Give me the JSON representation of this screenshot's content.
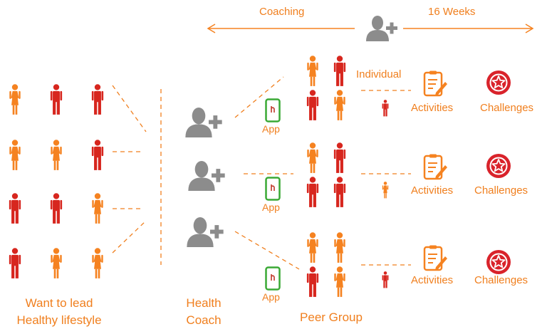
{
  "header": {
    "coaching_label": "Coaching",
    "weeks_label": "16 Weeks"
  },
  "labels": {
    "want_to_lead_line1": "Want to lead",
    "want_to_lead_line2": "Healthy lifestyle",
    "health_coach_line1": "Health",
    "health_coach_line2": "Coach",
    "peer_group": "Peer Group",
    "individual": "Individual",
    "app": "App",
    "activities": "Activities",
    "challenges": "Challenges"
  },
  "colors": {
    "orange": "#f58220",
    "red": "#d7261e",
    "gray": "#8c8c8c",
    "green": "#3aa935",
    "challenge_red": "#d9232b"
  },
  "icons": {
    "coach": "add-user-icon",
    "app": "smartphone-app-icon",
    "activities": "clipboard-checklist-icon",
    "challenges": "star-badge-icon",
    "person": "person-icon"
  },
  "population_grid": [
    [
      "female",
      "male",
      "male"
    ],
    [
      "female",
      "female",
      "male"
    ],
    [
      "male",
      "male",
      "female"
    ],
    [
      "male",
      "female",
      "female"
    ]
  ],
  "peer_groups": [
    {
      "members": [
        "female",
        "male",
        "male",
        "female"
      ],
      "individual": "male"
    },
    {
      "members": [
        "female",
        "male",
        "male",
        "male"
      ],
      "individual": "female"
    },
    {
      "members": [
        "female",
        "female",
        "male",
        "female"
      ],
      "individual": "male"
    }
  ]
}
